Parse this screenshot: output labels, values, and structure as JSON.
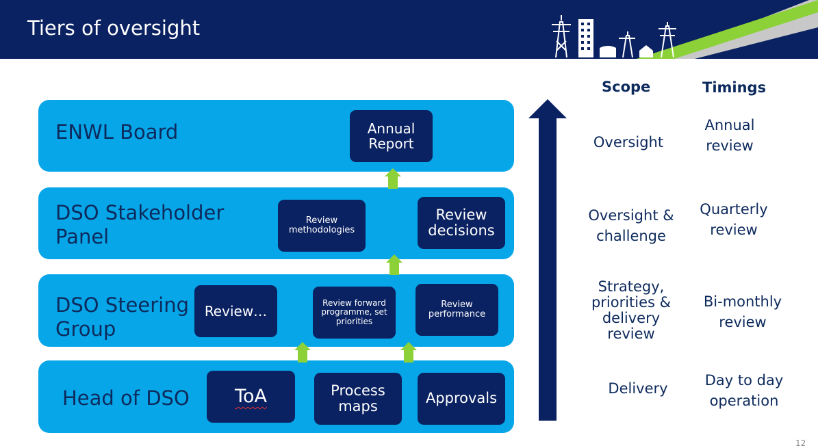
{
  "header": {
    "title": "Tiers of oversight"
  },
  "tiers": [
    {
      "label": "ENWL Board"
    },
    {
      "label_line1": "DSO Stakeholder",
      "label_line2": "Panel"
    },
    {
      "label_line1": "DSO Steering",
      "label_line2": "Group"
    },
    {
      "label": "Head of DSO"
    }
  ],
  "boxes": {
    "annual_report": {
      "line1": "Annual",
      "line2": "Report"
    },
    "review_methodologies": {
      "line1": "Review",
      "line2": "methodologies"
    },
    "review_decisions": {
      "line1": "Review",
      "line2": "decisions"
    },
    "review_ellipsis": "Review…",
    "review_forward": {
      "line1": "Review forward",
      "line2": "programme, set",
      "line3": "priorities"
    },
    "review_performance": {
      "line1": "Review",
      "line2": "performance"
    },
    "toa": "ToA",
    "process_maps": {
      "line1": "Process",
      "line2": "maps"
    },
    "approvals": "Approvals"
  },
  "columns": {
    "scope": "Scope",
    "timings": "Timings"
  },
  "scope": [
    {
      "line1": "Oversight"
    },
    {
      "line1": "Oversight &",
      "line2": "challenge"
    },
    {
      "line1": "Strategy,",
      "line2": "priorities &",
      "line3": "delivery",
      "line4": "review"
    },
    {
      "line1": "Delivery"
    }
  ],
  "timings": [
    {
      "line1": "Annual",
      "line2": "review"
    },
    {
      "line1": "Quarterly",
      "line2": "review"
    },
    {
      "line1": "Bi-monthly",
      "line2": "review"
    },
    {
      "line1": "Day to day",
      "line2": "operation"
    }
  ],
  "page_number": "12",
  "colors": {
    "navy": "#0b2262",
    "tier_blue": "#07a6e8",
    "arrow_green": "#8cd138",
    "text_navy": "#0d2a5c"
  }
}
